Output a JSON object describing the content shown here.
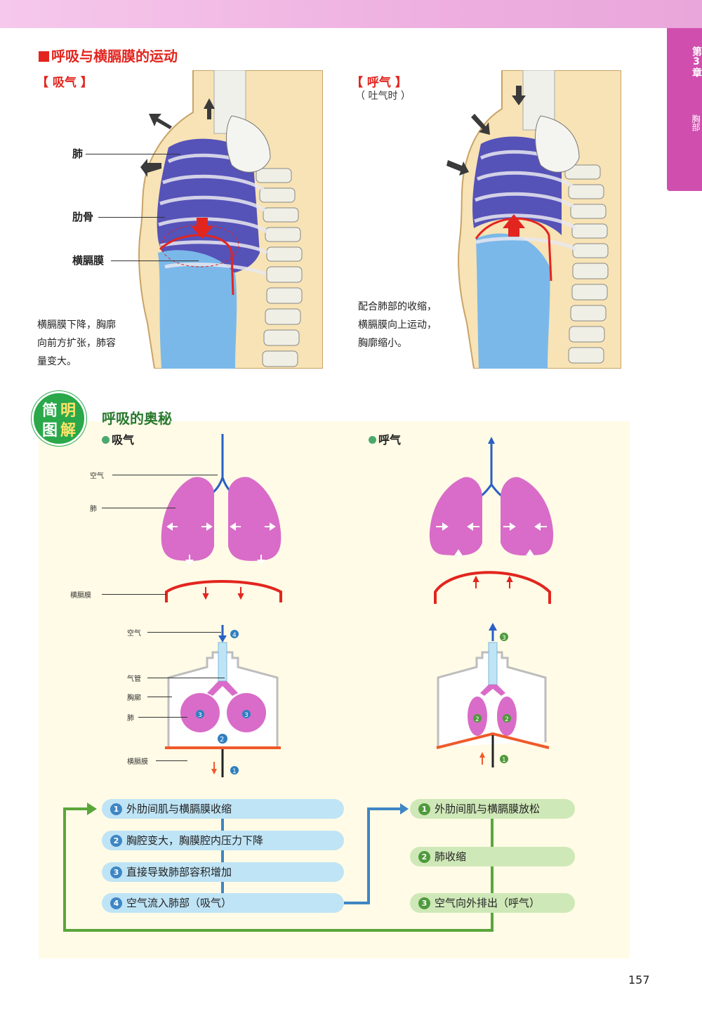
{
  "sidetab": {
    "chapter": "第3章",
    "part": "胸部"
  },
  "section": {
    "title": "呼吸与横膈膜的运动"
  },
  "inhale": {
    "tag": "【 吸气 】",
    "labels": {
      "lung": "肺",
      "rib": "肋骨",
      "diaphragm": "横膈膜"
    },
    "desc": [
      "横膈膜下降，胸廓",
      "向前方扩张，肺容",
      "量变大。"
    ]
  },
  "exhale": {
    "tag": "【 呼气 】",
    "sub": "（ 吐气时 ）",
    "desc": [
      "配合肺部的收缩，",
      "横膈膜向上运动，",
      "胸廓缩小。"
    ]
  },
  "simple": {
    "badge": [
      "简",
      "明",
      "图",
      "解"
    ],
    "title": "呼吸的奥秘",
    "inhale_h": "吸气",
    "exhale_h": "呼气",
    "lung_labels": {
      "air": "空气",
      "lung": "肺",
      "diaphragm": "横膈膜"
    },
    "model_labels": {
      "air": "空气",
      "trachea": "气管",
      "chest": "胸廓",
      "lung": "肺",
      "diaphragm": "横膈膜"
    }
  },
  "steps_inhale": [
    {
      "n": "1",
      "text": "外肋间肌与横膈膜收缩"
    },
    {
      "n": "2",
      "text": "胸腔变大，胸膜腔内压力下降"
    },
    {
      "n": "3",
      "text": "直接导致肺部容积增加"
    },
    {
      "n": "4",
      "text": "空气流入肺部（吸气）"
    }
  ],
  "steps_exhale": [
    {
      "n": "1",
      "text": "外肋间肌与横膈膜放松"
    },
    {
      "n": "2",
      "text": "肺收缩"
    },
    {
      "n": "3",
      "text": "空气向外排出（呼气）"
    }
  ],
  "page_number": "157",
  "colors": {
    "accent_red": "#e2251f",
    "magenta": "#d04fae",
    "lung_pink": "#d96cc8",
    "green": "#2aa84a",
    "blue": "#2a5fc4"
  }
}
